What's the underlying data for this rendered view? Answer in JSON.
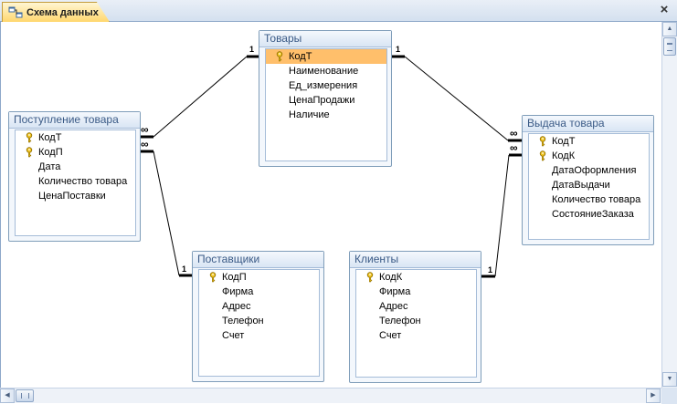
{
  "tab": {
    "label": "Схема данных"
  },
  "window": {
    "close": "×"
  },
  "tables": {
    "tovary": {
      "title": "Товары",
      "fields": [
        {
          "name": "КодТ",
          "key": true,
          "selected": true
        },
        {
          "name": "Наименование"
        },
        {
          "name": "Ед_измерения"
        },
        {
          "name": "ЦенаПродажи"
        },
        {
          "name": "Наличие"
        }
      ]
    },
    "postuplenie": {
      "title": "Поступление товара",
      "fields": [
        {
          "name": "КодТ",
          "key": true
        },
        {
          "name": "КодП",
          "key": true
        },
        {
          "name": "Дата"
        },
        {
          "name": "Количество товара"
        },
        {
          "name": "ЦенаПоставки"
        }
      ]
    },
    "vydacha": {
      "title": "Выдача товара",
      "fields": [
        {
          "name": "КодТ",
          "key": true
        },
        {
          "name": "КодК",
          "key": true
        },
        {
          "name": "ДатаОформления"
        },
        {
          "name": "ДатаВыдачи"
        },
        {
          "name": "Количество товара"
        },
        {
          "name": "СостояниеЗаказа"
        }
      ]
    },
    "postavshchiki": {
      "title": "Поставщики",
      "fields": [
        {
          "name": "КодП",
          "key": true
        },
        {
          "name": "Фирма"
        },
        {
          "name": "Адрес"
        },
        {
          "name": "Телефон"
        },
        {
          "name": "Счет"
        }
      ]
    },
    "klienty": {
      "title": "Клиенты",
      "fields": [
        {
          "name": "КодК",
          "key": true
        },
        {
          "name": "Фирма"
        },
        {
          "name": "Адрес"
        },
        {
          "name": "Телефон"
        },
        {
          "name": "Счет"
        }
      ]
    }
  },
  "relations": {
    "one": "1",
    "many": "∞"
  }
}
